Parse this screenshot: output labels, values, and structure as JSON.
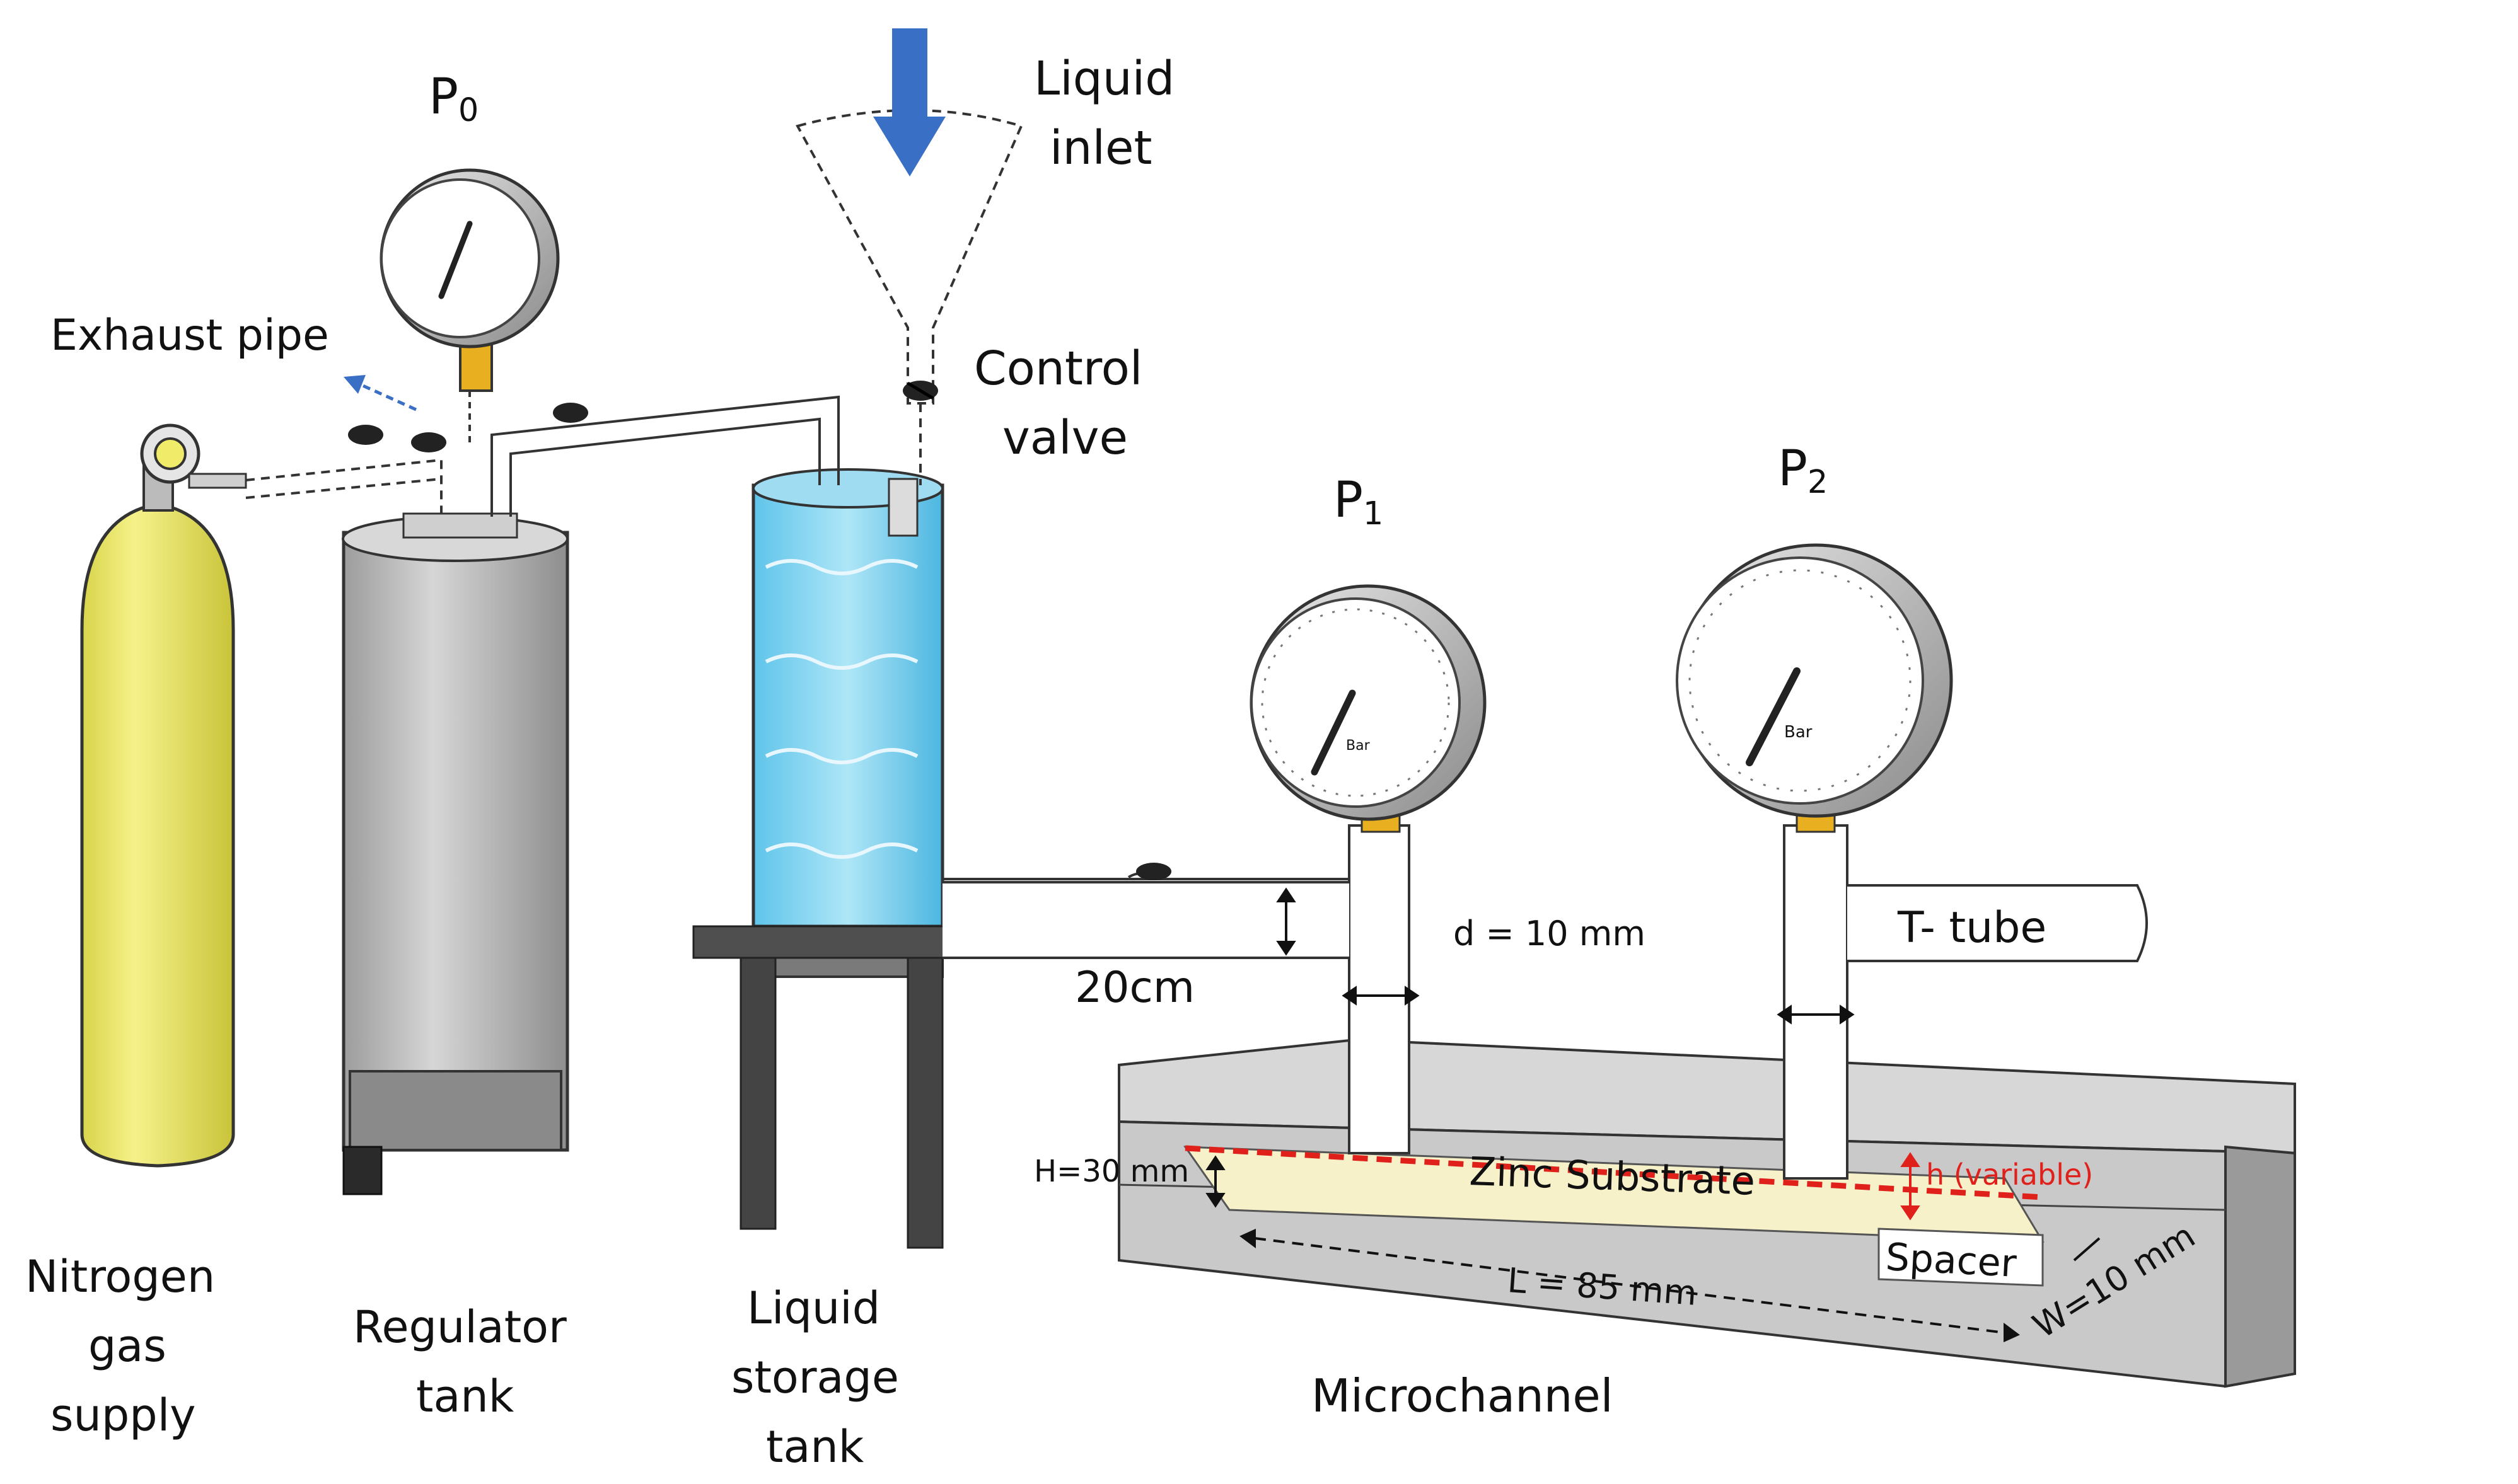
{
  "diagram": {
    "labels": {
      "p0": "P",
      "p0_sub": "0",
      "p1": "P",
      "p1_sub": "1",
      "p2": "P",
      "p2_sub": "2",
      "liquid_inlet_1": "Liquid",
      "liquid_inlet_2": "inlet",
      "control_valve_1": "Control",
      "control_valve_2": "valve",
      "exhaust_pipe": "Exhaust pipe",
      "nitrogen_1": "Nitrogen",
      "nitrogen_2": "gas",
      "nitrogen_3": "supply",
      "regulator_1": "Regulator",
      "regulator_2": "tank",
      "storage_1": "Liquid",
      "storage_2": "storage",
      "storage_3": "tank",
      "microchannel": "Microchannel",
      "t_tube": "T- tube",
      "d_dim": "d = 10 mm",
      "height_20": "20cm",
      "H_dim": "H=30 mm",
      "h_dim": "h (variable)",
      "zinc": "Zinc Substrate",
      "spacer": "Spacer",
      "L_dim": "L = 85 mm",
      "W_dim": "W=10 mm",
      "gauge_unit_1": "Bar",
      "gauge_unit_2": "Bar"
    },
    "colors": {
      "cylinder": "#f0ec6a",
      "tank": "#b9b9b9",
      "water": "#7fd3ef",
      "block": "#c9c9c9",
      "substrate": "#f6f1c9",
      "brass": "#e8b020",
      "inlet_arrow": "#3a6fc6",
      "dashed_red": "#e0201a"
    }
  }
}
